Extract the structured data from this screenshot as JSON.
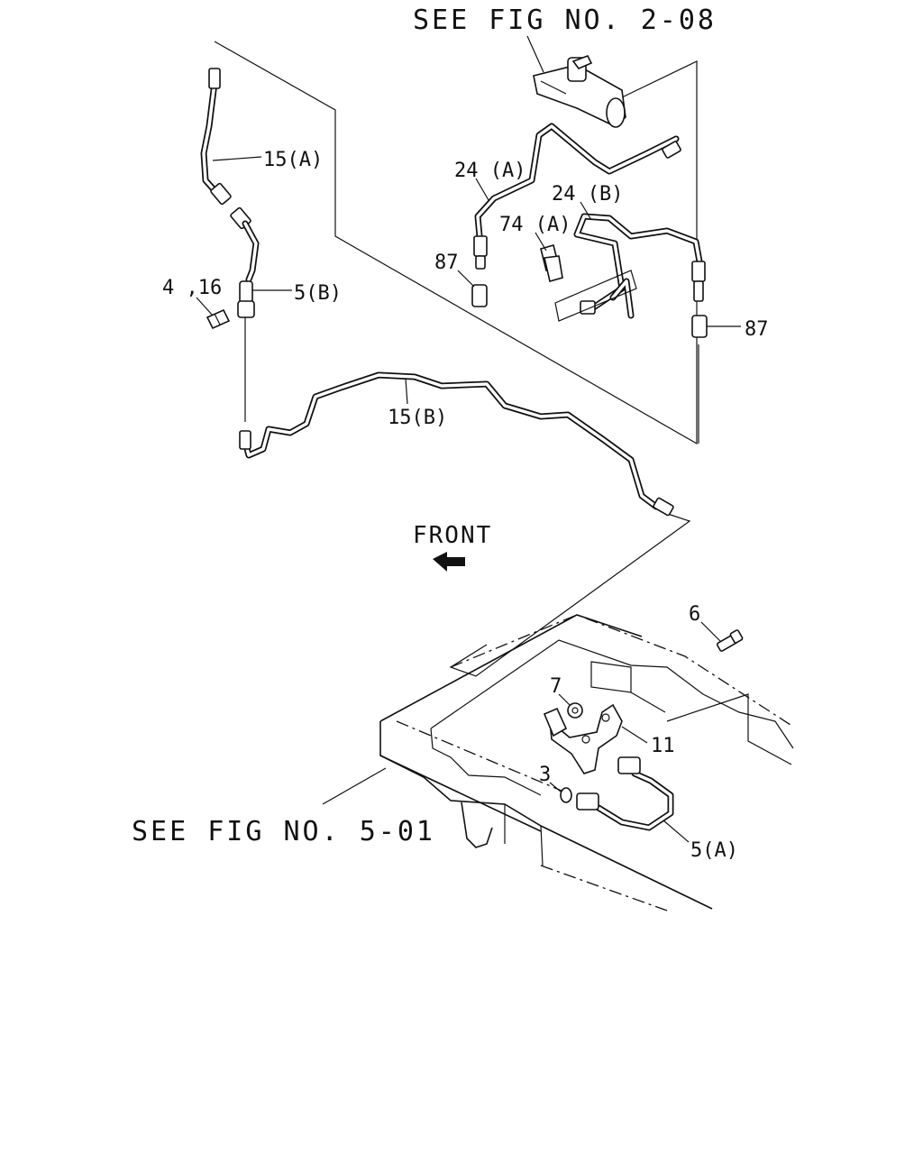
{
  "references": {
    "top": "SEE FIG NO. 2-08",
    "bottom": "SEE FIG NO. 5-01"
  },
  "direction_label": "FRONT",
  "callouts": {
    "c15a": "15(A)",
    "c5b": "5(B)",
    "c4_16": "4 ,16",
    "c15b": "15(B)",
    "c24a": "24 (A)",
    "c24b": "24 (B)",
    "c74a": "74 (A)",
    "c87_left": "87",
    "c87_right": "87",
    "c6": "6",
    "c7": "7",
    "c11": "11",
    "c3": "3",
    "c5a": "5(A)"
  }
}
